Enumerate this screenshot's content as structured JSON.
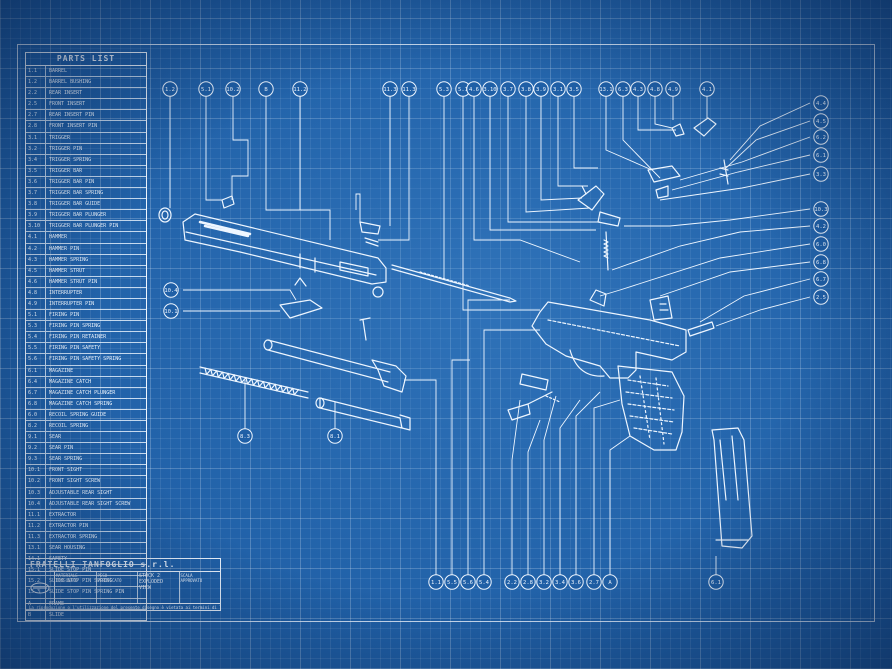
{
  "parts_list": {
    "title": "PARTS LIST",
    "rows": [
      {
        "code": "1.1",
        "name": "BARREL"
      },
      {
        "code": "1.2",
        "name": "BARREL BUSHING"
      },
      {
        "code": "2.2",
        "name": "REAR INSERT"
      },
      {
        "code": "2.5",
        "name": "FRONT INSERT"
      },
      {
        "code": "2.7",
        "name": "REAR INSERT PIN"
      },
      {
        "code": "2.8",
        "name": "FRONT INSERT PIN"
      },
      {
        "code": "3.1",
        "name": "TRIGGER"
      },
      {
        "code": "3.2",
        "name": "TRIGGER PIN"
      },
      {
        "code": "3.4",
        "name": "TRIGGER SPRING"
      },
      {
        "code": "3.5",
        "name": "TRIGGER BAR"
      },
      {
        "code": "3.6",
        "name": "TRIGGER BAR PIN"
      },
      {
        "code": "3.7",
        "name": "TRIGGER BAR SPRING"
      },
      {
        "code": "3.8",
        "name": "TRIGGER BAR GUIDE"
      },
      {
        "code": "3.9",
        "name": "TRIGGER BAR PLUNGER"
      },
      {
        "code": "3.10",
        "name": "TRIGGER BAR PLUNGER PIN"
      },
      {
        "code": "4.1",
        "name": "HAMMER"
      },
      {
        "code": "4.2",
        "name": "HAMMER PIN"
      },
      {
        "code": "4.3",
        "name": "HAMMER SPRING"
      },
      {
        "code": "4.5",
        "name": "HAMMER STRUT"
      },
      {
        "code": "4.6",
        "name": "HAMMER STRUT PIN"
      },
      {
        "code": "4.8",
        "name": "INTERRUPTER"
      },
      {
        "code": "4.9",
        "name": "INTERRUPTER PIN"
      },
      {
        "code": "5.1",
        "name": "FIRING PIN"
      },
      {
        "code": "5.3",
        "name": "FIRING PIN SPRING"
      },
      {
        "code": "5.4",
        "name": "FIRING PIN RETAINER"
      },
      {
        "code": "5.5",
        "name": "FIRING PIN SAFETY"
      },
      {
        "code": "5.6",
        "name": "FIRING PIN SAFETY SPRING"
      },
      {
        "code": "6.1",
        "name": "MAGAZINE"
      },
      {
        "code": "6.4",
        "name": "MAGAZINE CATCH"
      },
      {
        "code": "6.7",
        "name": "MAGAZINE CATCH PLUNGER"
      },
      {
        "code": "6.8",
        "name": "MAGAZINE CATCH SPRING"
      },
      {
        "code": "6.0",
        "name": "RECOIL SPRING GUIDE"
      },
      {
        "code": "8.2",
        "name": "RECOIL SPRING"
      },
      {
        "code": "9.1",
        "name": "SEAR"
      },
      {
        "code": "9.2",
        "name": "SEAR PIN"
      },
      {
        "code": "9.3",
        "name": "SEAR SPRING"
      },
      {
        "code": "10.1",
        "name": "FRONT SIGHT"
      },
      {
        "code": "10.2",
        "name": "FRONT SIGHT SCREW"
      },
      {
        "code": "10.3",
        "name": "ADJUSTABLE REAR SIGHT"
      },
      {
        "code": "10.4",
        "name": "ADJUSTABLE REAR SIGHT SCREW"
      },
      {
        "code": "11.1",
        "name": "EXTRACTOR"
      },
      {
        "code": "11.2",
        "name": "EXTRACTOR PIN"
      },
      {
        "code": "11.3",
        "name": "EXTRACTOR SPRING"
      },
      {
        "code": "13.1",
        "name": "SEAR HOUSING"
      },
      {
        "code": "14.1",
        "name": "SAFETY"
      },
      {
        "code": "15.1",
        "name": "SLIDE STOP PIN"
      },
      {
        "code": "15.2",
        "name": "SLIDE STOP PIN SPRING"
      },
      {
        "code": "15.3",
        "name": "SLIDE STOP PIN SPRING PIN"
      },
      {
        "code": "A",
        "name": "FRAME"
      },
      {
        "code": "B",
        "name": "SLIDE"
      }
    ]
  },
  "title_block": {
    "company": "FRATELLI TANFOGLIO s.r.l.",
    "cells": [
      "MATERIALE",
      "DISEGNATO",
      "PESO",
      "VERIFICATO",
      "SCALA",
      "APPROVATO"
    ],
    "drawing_name": "STOCK 2",
    "view": "EXPLODED VIEW",
    "notice": "La riproduzione o l'utilizzazione del presente disegno è vietata ai termini di legge"
  },
  "callouts": [
    {
      "id": "c-1-2",
      "label": "1.2"
    },
    {
      "id": "c-5-1",
      "label": "5.1"
    },
    {
      "id": "c-10-2",
      "label": "10.2"
    },
    {
      "id": "c-b",
      "label": "B"
    },
    {
      "id": "c-11-2",
      "label": "11.2"
    },
    {
      "id": "c-11-3",
      "label": "11.3"
    },
    {
      "id": "c-11-5",
      "label": "11.3"
    },
    {
      "id": "c-5-3",
      "label": "5.3"
    },
    {
      "id": "c-5-1b",
      "label": "5.1"
    },
    {
      "id": "c-4-6",
      "label": "4.6"
    },
    {
      "id": "c-3-10",
      "label": "3.10"
    },
    {
      "id": "c-3-7",
      "label": "3.7"
    },
    {
      "id": "c-3-8",
      "label": "3.8"
    },
    {
      "id": "c-3-9",
      "label": "3.9"
    },
    {
      "id": "c-3-1",
      "label": "3.1"
    },
    {
      "id": "c-3-5",
      "label": "3.5"
    },
    {
      "id": "c-13-1",
      "label": "13.1"
    },
    {
      "id": "c-6-3",
      "label": "6.3"
    },
    {
      "id": "c-4-3",
      "label": "4.3"
    },
    {
      "id": "c-4-8",
      "label": "4.8"
    },
    {
      "id": "c-4-9",
      "label": "4.9"
    },
    {
      "id": "c-4-1",
      "label": "4.1"
    },
    {
      "id": "c-r-4-4",
      "label": "4.4"
    },
    {
      "id": "c-r-4-5",
      "label": "4.5"
    },
    {
      "id": "c-r-6-2",
      "label": "6.2"
    },
    {
      "id": "c-r-6-1",
      "label": "6.1"
    },
    {
      "id": "c-r-3-3",
      "label": "3.3"
    },
    {
      "id": "c-r-10-3",
      "label": "10.3"
    },
    {
      "id": "c-r-4-2",
      "label": "4.2"
    },
    {
      "id": "c-r-6-0",
      "label": "6.0"
    },
    {
      "id": "c-r-6-8",
      "label": "6.8"
    },
    {
      "id": "c-r-6-7",
      "label": "6.7"
    },
    {
      "id": "c-r-2-5",
      "label": "2.5"
    },
    {
      "id": "c-l-10-4",
      "label": "10.4"
    },
    {
      "id": "c-l-10-1",
      "label": "10.1"
    },
    {
      "id": "c-b-8-3",
      "label": "8.3"
    },
    {
      "id": "c-b-8-1",
      "label": "8.1"
    },
    {
      "id": "c-bt-1-1",
      "label": "1.1"
    },
    {
      "id": "c-bt-5-5",
      "label": "5.5"
    },
    {
      "id": "c-bt-5-6",
      "label": "5.6"
    },
    {
      "id": "c-bt-5-4",
      "label": "5.4"
    },
    {
      "id": "c-bt-2-2",
      "label": "2.2"
    },
    {
      "id": "c-bt-2-8",
      "label": "2.8"
    },
    {
      "id": "c-bt-3-2",
      "label": "3.2"
    },
    {
      "id": "c-bt-3-4",
      "label": "3.4"
    },
    {
      "id": "c-bt-3-6",
      "label": "3.6"
    },
    {
      "id": "c-bt-2-7",
      "label": "2.7"
    },
    {
      "id": "c-bt-a",
      "label": "A"
    },
    {
      "id": "c-bt-6-1",
      "label": "6.1"
    }
  ],
  "colors": {
    "background": "#1f5fa6",
    "lines": "#eef6ff"
  }
}
